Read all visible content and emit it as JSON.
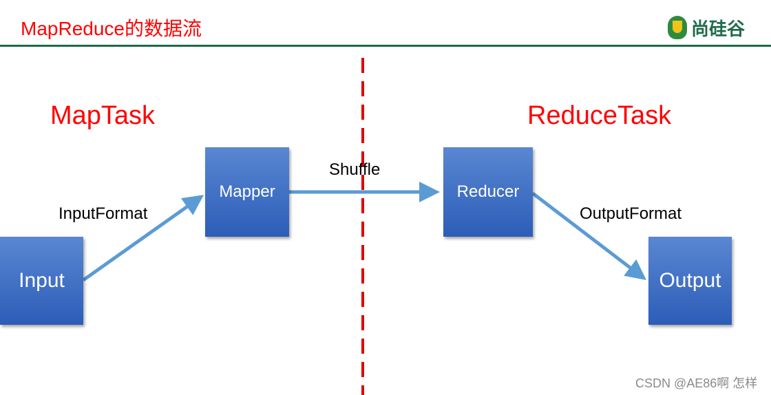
{
  "header": {
    "title": "MapReduce的数据流",
    "logo_text": "尚硅谷"
  },
  "sections": {
    "map": "MapTask",
    "reduce": "ReduceTask"
  },
  "nodes": {
    "input": "Input",
    "mapper": "Mapper",
    "reducer": "Reducer",
    "output": "Output"
  },
  "edges": {
    "input_to_mapper": "InputFormat",
    "mapper_to_reducer": "Shuffle",
    "reducer_to_output": "OutputFormat"
  },
  "watermark": "CSDN @AE86啊 怎样",
  "colors": {
    "title": "#ff0000",
    "rule": "#1f6b4a",
    "box": "#3d6cc4",
    "arrow": "#5b9bd5",
    "divider": "#e00000"
  }
}
